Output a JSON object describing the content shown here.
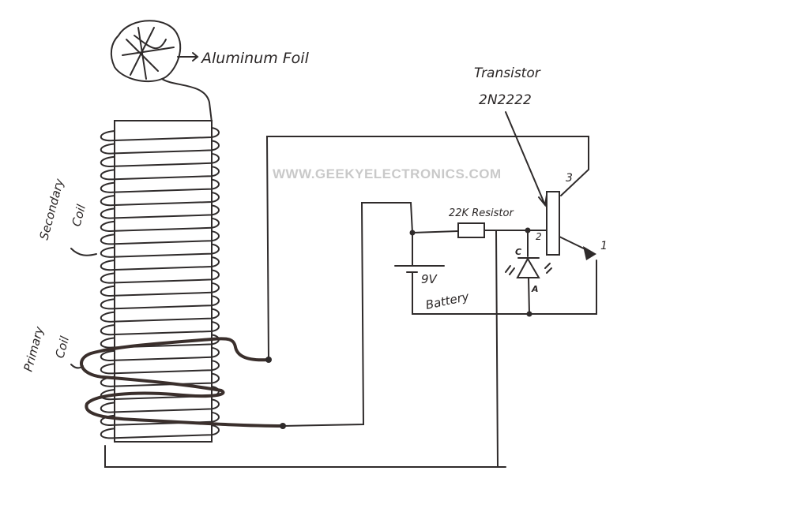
{
  "labels": {
    "foil": "Aluminum Foil",
    "transistor": "Transistor",
    "transistor_model": "2N2222",
    "resistor": "22K Resistor",
    "battery_voltage": "9V",
    "battery": "Battery",
    "secondary_1": "Secondary",
    "secondary_2": "Coil",
    "primary_1": "Primary",
    "primary_2": "Coil",
    "pin3": "3",
    "pin2": "2",
    "pin1": "1",
    "diode_c": "C",
    "diode_a": "A"
  },
  "watermark": "WWW.GEEKYELECTRONICS.COM"
}
